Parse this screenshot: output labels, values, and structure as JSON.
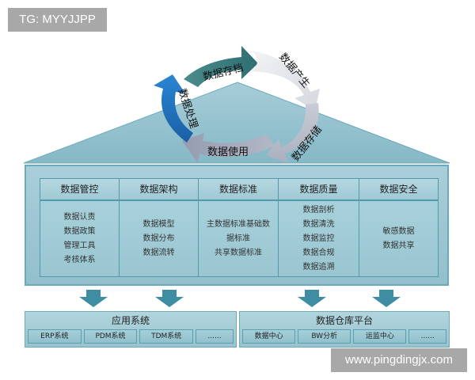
{
  "watermarks": {
    "top": "TG: MYYJJPP",
    "bottom": "www.pingdingjx.com"
  },
  "cycle": {
    "stages": [
      {
        "label": "数据存档",
        "color": "#3e7f80"
      },
      {
        "label": "数据产生",
        "color": "#e3e6ea"
      },
      {
        "label": "数据存储",
        "color": "#b9bfcb"
      },
      {
        "label": "数据使用",
        "color": "#a3a9bb"
      },
      {
        "label": "数据处理",
        "color": "#1d6fba"
      }
    ]
  },
  "colors": {
    "roof": "#8fbfcc",
    "box_border": "#4f9aab",
    "arrow": "#3f8da3"
  },
  "governance": {
    "columns": [
      {
        "title": "数据管控",
        "items": [
          "数据认责",
          "数据政策",
          "管理工具",
          "考核体系"
        ]
      },
      {
        "title": "数据架构",
        "items": [
          "数据模型",
          "数据分布",
          "数据流转"
        ]
      },
      {
        "title": "数据标准",
        "items": [
          "主数据标准基础数",
          "据标准",
          "共享数据标准"
        ]
      },
      {
        "title": "数据质量",
        "items": [
          "数据剖析",
          "数据清洗",
          "数据监控",
          "数据合规",
          "数据追溯"
        ]
      },
      {
        "title": "数据安全",
        "items": [
          "敏感数据",
          "数据共享"
        ]
      }
    ]
  },
  "applications": {
    "title": "应用系统",
    "items": [
      "ERP系统",
      "PDM系统",
      "TDM系统",
      "......"
    ]
  },
  "warehouse": {
    "title": "数据仓库平台",
    "items": [
      "数据中心",
      "BW分析",
      "运监中心",
      "......"
    ]
  }
}
